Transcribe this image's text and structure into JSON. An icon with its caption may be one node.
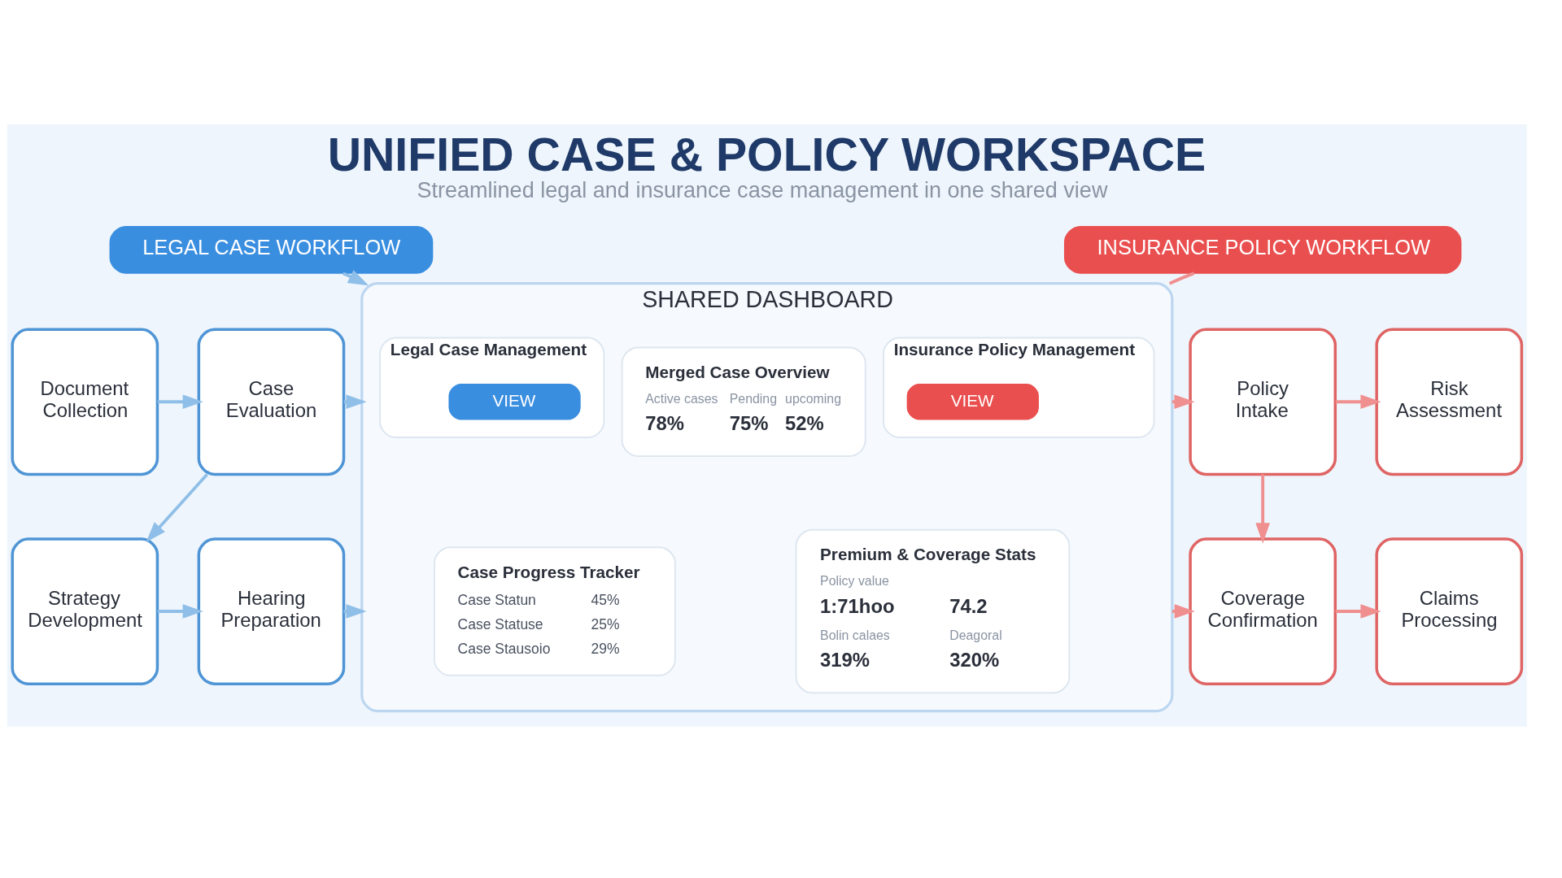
{
  "diagram": {
    "title": "UNIFIED CASE & POLICY WORKSPACE",
    "caption": "Streamlined legal and insurance case management in one shared view",
    "nodes": [
      {
        "text": [
          "LEGAL CASE WORKFLOW"
        ]
      },
      {
        "text": [
          "Document Collection"
        ]
      },
      {
        "text": [
          "Case Evaluation"
        ]
      },
      {
        "text": [
          "Strategy Development"
        ]
      },
      {
        "text": [
          "Hearing Preparation"
        ]
      },
      {
        "text": [
          "SHARED DASHBOARD"
        ]
      },
      {
        "text": [
          "Legal Case Management"
        ],
        "in": 5
      },
      {
        "text": [
          "VIEW"
        ],
        "in": 6
      },
      {
        "text": [
          "Merged Case Overview",
          "Active cases",
          "Pending",
          "upcoming",
          "78%",
          "75%",
          "52%"
        ],
        "in": 5
      },
      {
        "text": [
          "Insurance Policy Management"
        ],
        "in": 5
      },
      {
        "text": [
          "VIEW"
        ],
        "in": 9
      },
      {
        "text": [
          "Case Progress Tracker",
          "Case Statun",
          "45%",
          "Case Statuse",
          "25%",
          "Case Stausoio",
          "29%"
        ],
        "in": 5
      },
      {
        "text": [
          "Premium & Coverage Stats",
          "Policy value",
          "1:71hoo",
          "74.2",
          "Bolin calaes",
          "Deagoral",
          "319%",
          "320%"
        ],
        "in": 5
      },
      {
        "text": [
          "INSURANCE POLICY WORKFLOW"
        ]
      },
      {
        "text": [
          "Policy Intake"
        ]
      },
      {
        "text": [
          "Risk Assessment"
        ]
      },
      {
        "text": [
          "Coverage Confirmation"
        ]
      },
      {
        "text": [
          "Claims Processing"
        ]
      }
    ],
    "edges": [
      {
        "from": 0,
        "to": 5,
        "arrow": "to",
        "color": "#8fbfe8"
      },
      {
        "from": 1,
        "to": 2,
        "arrow": "to",
        "color": "#8fbfe8"
      },
      {
        "from": 2,
        "to": 5,
        "arrow": "to",
        "color": "#8fbfe8"
      },
      {
        "from": 2,
        "to": 3,
        "arrow": "to",
        "color": "#8fbfe8"
      },
      {
        "from": 3,
        "to": 4,
        "arrow": "to",
        "color": "#8fbfe8"
      },
      {
        "from": 4,
        "to": 5,
        "arrow": "to",
        "color": "#8fbfe8"
      },
      {
        "from": 13,
        "to": 5,
        "arrow": "none",
        "color": "#f08f8f"
      },
      {
        "from": 5,
        "to": 14,
        "arrow": "to",
        "color": "#f08f8f"
      },
      {
        "from": 5,
        "to": 16,
        "arrow": "to",
        "color": "#f08f8f"
      },
      {
        "from": 14,
        "to": 15,
        "arrow": "to",
        "color": "#f08f8f"
      },
      {
        "from": 14,
        "to": 16,
        "arrow": "to",
        "color": "#f08f8f"
      },
      {
        "from": 16,
        "to": 17,
        "arrow": "to",
        "color": "#f08f8f"
      }
    ]
  }
}
